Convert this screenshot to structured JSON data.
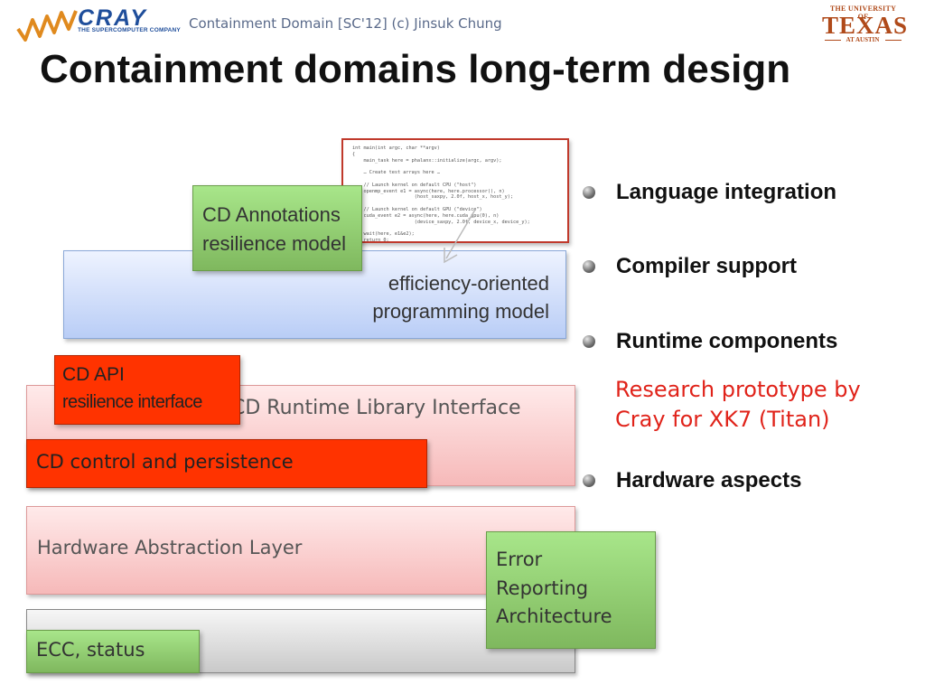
{
  "header": {
    "cray_logo": {
      "name": "CRAY",
      "tagline": "THE SUPERCOMPUTER COMPANY",
      "colors": {
        "blue": "#1f4e9b",
        "orange": "#e08a1e"
      }
    },
    "text": "Containment Domain [SC'12] (c) Jinsuk Chung",
    "ut_logo": {
      "top": "THE UNIVERSITY OF",
      "main": "TEXAS",
      "bottom": "AT AUSTIN",
      "color": "#b04a1a"
    }
  },
  "title": "Containment domains long-term design",
  "diagram": {
    "code_snippet": [
      "int main(int argc, char **argv)",
      "{",
      "    main_task here = phalanx::initialize(argc, argv);",
      "",
      "    … Create test arrays here …",
      "",
      "    // Launch kernel on default CPU (\"host\")",
      "    openmp_event e1 = async(here, here.processor(), n)",
      "                      (host_saxpy, 2.0f, host_x, host_y);",
      "",
      "    // Launch kernel on default GPU (\"device\")",
      "    cuda_event e2 = async(here, here.cuda_gpu(0), n)",
      "                      (device_saxpy, 2.0f, device_x, device_y);",
      "",
      "    wait(here, e1&e2);",
      "    return 0;",
      "}"
    ],
    "cd_annotations": [
      "CD Annotations",
      "resilience model"
    ],
    "efficiency_layer": [
      "efficiency-oriented",
      "programming model"
    ],
    "cd_api": [
      "CD API",
      "resilience interface"
    ],
    "runtime_layer": "CD Runtime Library Interface",
    "cd_control": "CD control and persistence",
    "hal_layer": "Hardware Abstraction Layer",
    "error_box": [
      "Error",
      "Reporting",
      "Architecture"
    ],
    "ecc_box": "ECC, status",
    "colors": {
      "green": "#8fcd6e",
      "red": "#ff3300",
      "blue": "#c9d8f8",
      "pink": "#f8c8c8",
      "gray": "#d9d9d9"
    }
  },
  "bullets": [
    {
      "icon": "bullet-dot",
      "text": "Language integration"
    },
    {
      "icon": "bullet-dot",
      "text": "Compiler support"
    },
    {
      "icon": "bullet-dot",
      "text": "Runtime components"
    },
    {
      "icon": "bullet-dot",
      "text": "Hardware aspects"
    }
  ],
  "research_note": [
    "Research prototype by",
    "Cray for XK7 (Titan)"
  ]
}
